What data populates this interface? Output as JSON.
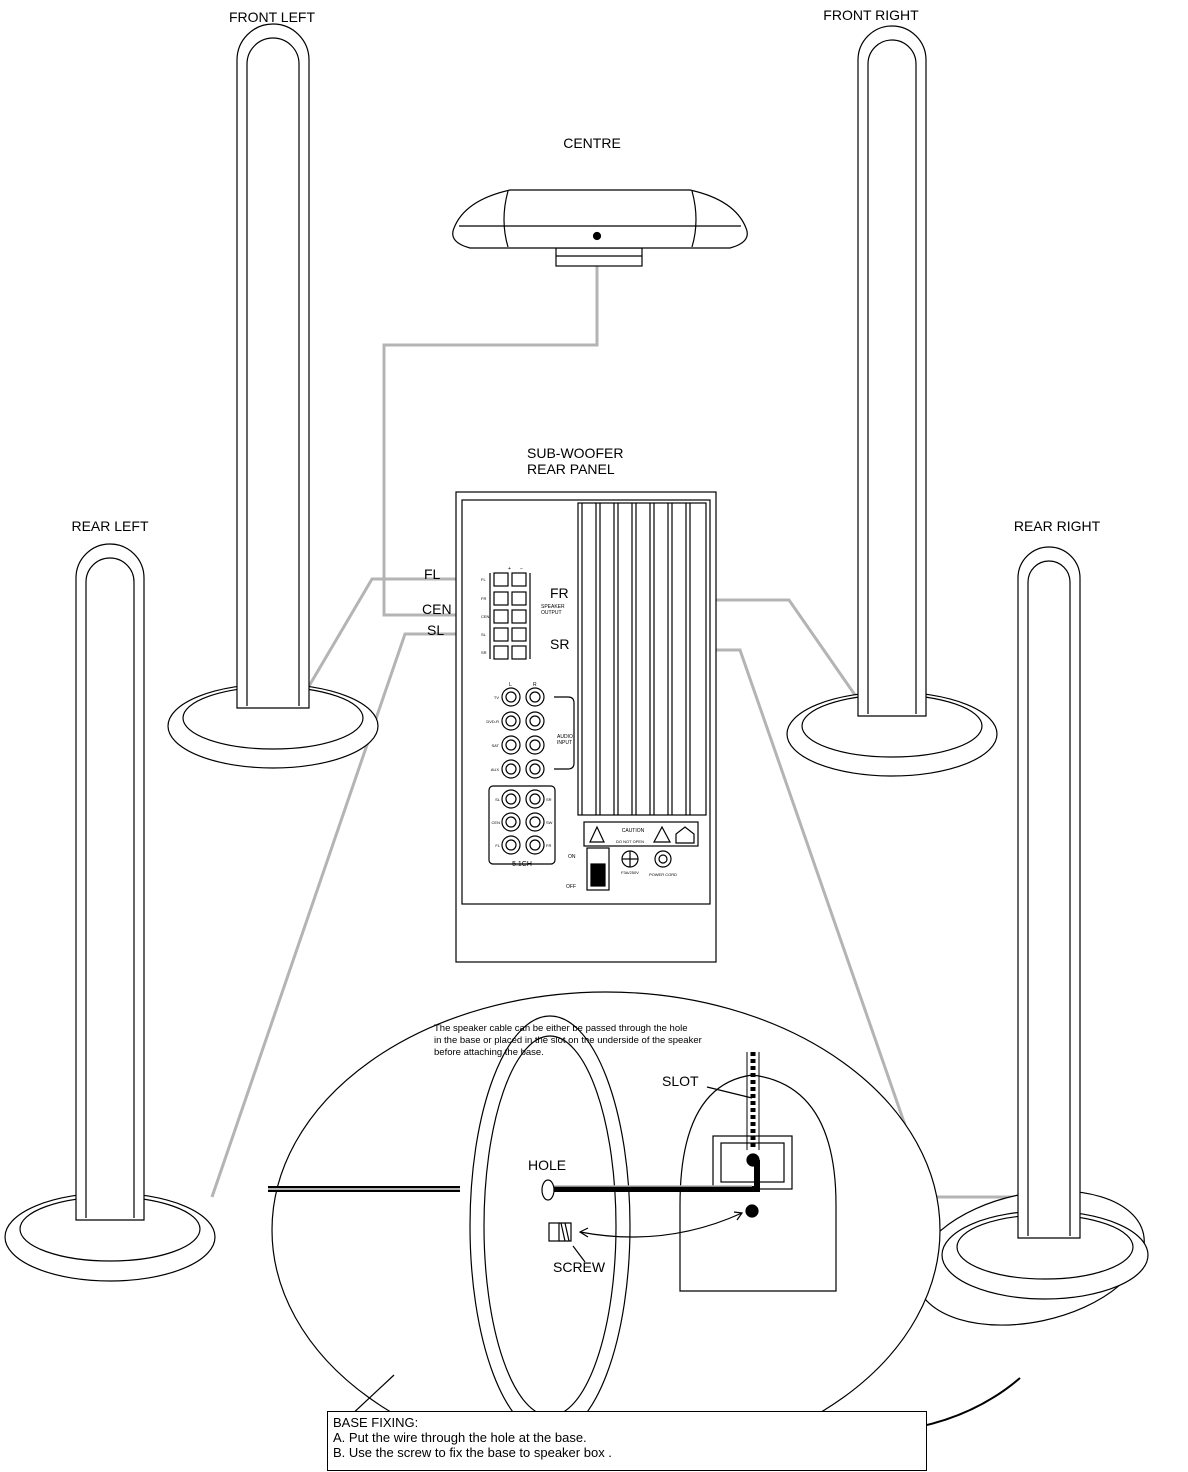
{
  "speakers": {
    "front_left": "FRONT LEFT",
    "front_right": "FRONT RIGHT",
    "centre": "CENTRE",
    "rear_left": "REAR LEFT",
    "rear_right": "REAR RIGHT"
  },
  "subwoofer": {
    "title_line1": "SUB-WOOFER",
    "title_line2": "REAR PANEL"
  },
  "wire_labels": {
    "fl": "FL",
    "fr": "FR",
    "cen": "CEN",
    "sl": "SL",
    "sr": "SR"
  },
  "panel": {
    "speaker_output": [
      "SPEAKER",
      "OUTPUT"
    ],
    "terminal_rows": [
      "FL",
      "FR",
      "CEN",
      "SL",
      "SR"
    ],
    "polarity": [
      "+",
      "−"
    ],
    "lr": [
      "L",
      "R"
    ],
    "audio_input_rows": [
      "TV",
      "DVD-R",
      "SAT",
      "AUX"
    ],
    "audio_input_label": [
      "AUDIO",
      "INPUT"
    ],
    "ch51_left": [
      "SL",
      "CEN",
      "FL"
    ],
    "ch51_right": [
      "SR",
      "SW",
      "FR"
    ],
    "ch51_label": "5.1CH",
    "caution": "CAUTION",
    "caution_sub": "DO NOT OPEN",
    "on": "ON",
    "off": "OFF",
    "fuse": "F3A/250V",
    "power": "POWER CORD"
  },
  "detail": {
    "note_lines": [
      "The speaker cable can be either be passed through the hole",
      " in the base or placed in the slot on the underside of the speaker",
      " before attaching the base."
    ],
    "slot": "SLOT",
    "hole": "HOLE",
    "screw": "SCREW"
  },
  "base_fixing": {
    "title": "BASE FIXING:",
    "line_a": "A. Put the wire through the hole at the base.",
    "line_b": "B. Use the screw to fix the base to speaker box ."
  },
  "colors": {
    "line": "#000000",
    "wire": "#b4b4b4"
  }
}
